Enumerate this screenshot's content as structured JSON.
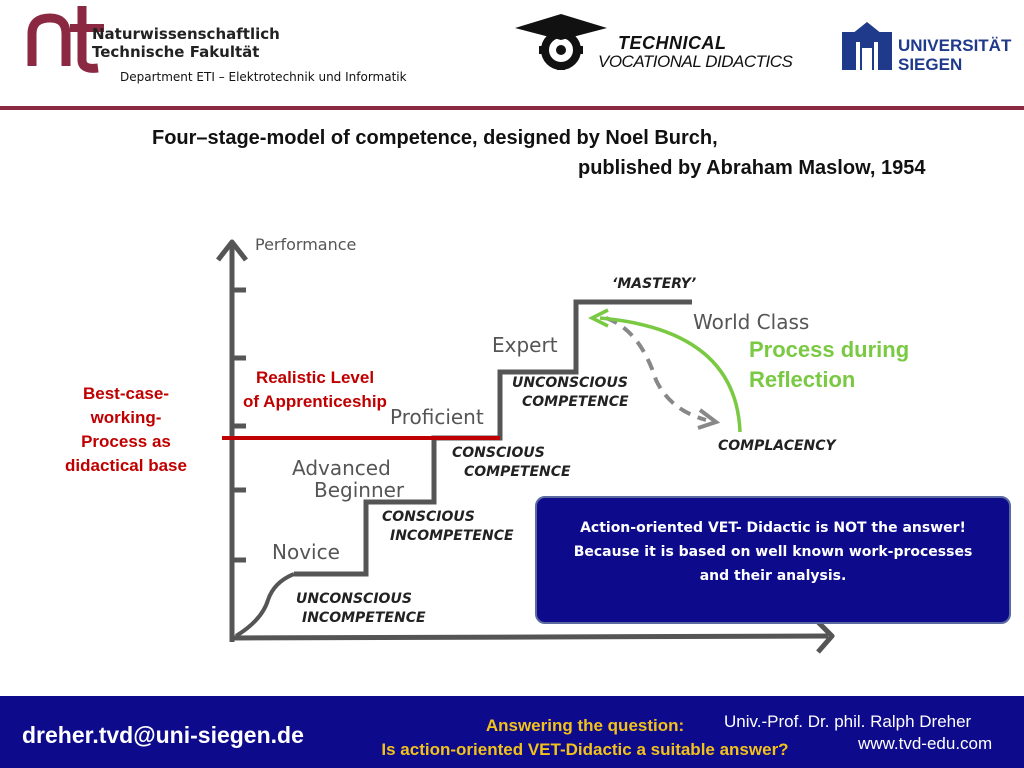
{
  "header": {
    "faculty_line1": "Naturwissenschaftlich",
    "faculty_line2": "Technische Fakultät",
    "department": "Department ETI – Elektrotechnik und Informatik",
    "center_logo_line1": "TECHNICAL",
    "center_logo_line2": "VOCATIONAL DIDACTICS",
    "uni_line1": "UNIVERSITÄT",
    "uni_line2": "SIEGEN"
  },
  "title": {
    "line1": "Four–stage-model of competence, designed by Noel Burch,",
    "line2": "published by Abraham Maslow, 1954"
  },
  "diagram": {
    "axis_label": "Performance",
    "stages": [
      {
        "level": "Novice",
        "competence": [
          "UNCONSCIOUS",
          "INCOMPETENCE"
        ]
      },
      {
        "level_line1": "Advanced",
        "level_line2": "Beginner",
        "competence": [
          "CONSCIOUS",
          "INCOMPETENCE"
        ]
      },
      {
        "level": "Proficient",
        "competence": [
          "CONSCIOUS",
          "COMPETENCE"
        ]
      },
      {
        "level": "Expert",
        "competence": [
          "UNCONSCIOUS",
          "COMPETENCE"
        ]
      }
    ],
    "mastery": "‘MASTERY’",
    "world_class": "World Class",
    "complacency": "COMPLACENCY",
    "realistic_level_line1": "Realistic Level",
    "realistic_level_line2": "of Apprenticeship",
    "best_case": [
      "Best-case-",
      "working-",
      "Process as",
      "didactical base"
    ],
    "reflection_line1": "Process during",
    "reflection_line2": "Reflection",
    "colors": {
      "accent_red": "#c00000",
      "accent_green": "#7ac943",
      "box_blue": "#0d0a8c"
    }
  },
  "callout": {
    "line1": "Action-oriented VET- Didactic is NOT the answer!",
    "line2": "Because it is  based on well known work-processes",
    "line3": "and their analysis."
  },
  "footer": {
    "email": "dreher.tvd@uni-siegen.de",
    "question_line1": "Answering the question:",
    "question_line2": "Is action-oriented VET-Didactic a suitable answer?",
    "professor": "Univ.-Prof. Dr. phil. Ralph Dreher",
    "website": "www.tvd-edu.com"
  }
}
